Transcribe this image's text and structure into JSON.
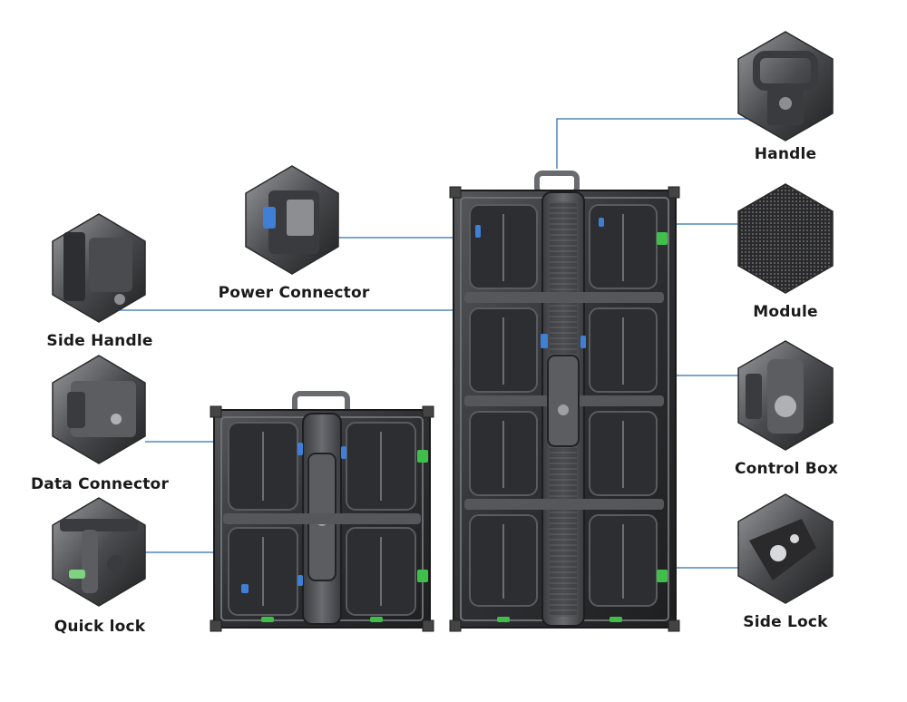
{
  "labels": {
    "handle": "Handle",
    "power_connector": "Power Connector",
    "module": "Module",
    "side_handle": "Side Handle",
    "data_connector": "Data Connector",
    "control_box": "Control Box",
    "quick_lock": "Quick lock",
    "side_lock": "Side Lock"
  },
  "colors": {
    "leader_line": "#2f6fb0",
    "panel_dark": "#2a2a2c",
    "panel_mid": "#4a4b4e",
    "panel_light": "#7a7b7f",
    "accent_blue": "#3f7fd6",
    "accent_green": "#3fbf4a"
  }
}
